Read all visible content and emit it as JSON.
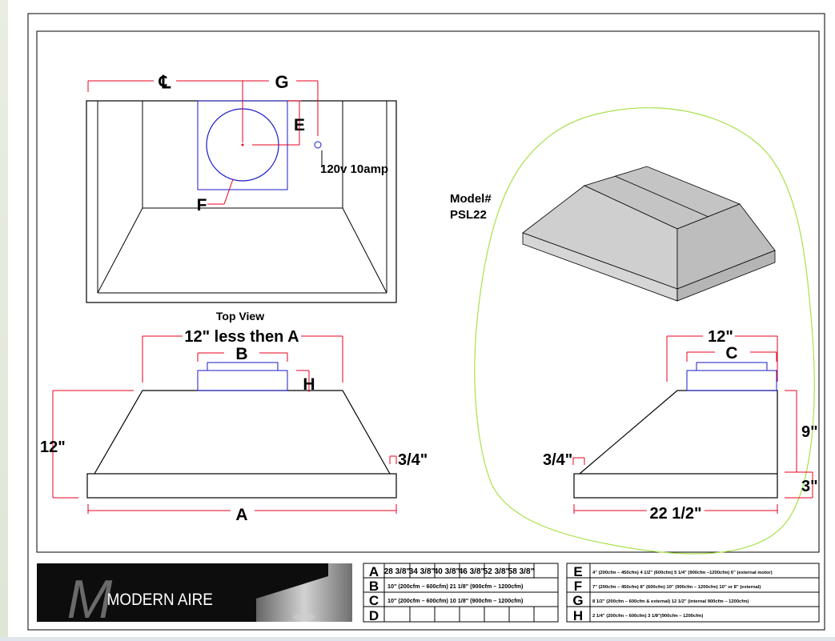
{
  "labels": {
    "cl": "℄",
    "g": "G",
    "e": "E",
    "f": "F",
    "power": "120v 10amp",
    "model_line1": "Model#",
    "model_line2": "PSL22",
    "top_view": "Top View",
    "less_a": "12\" less then A",
    "b": "B",
    "h": "H",
    "front_height": "12\"",
    "front_lip": "3/4\"",
    "a": "A",
    "side_top": "12\"",
    "c": "C",
    "side_nine": "9\"",
    "side_lip": "3/4\"",
    "side_three": "3\"",
    "side_width": "22 1/2\""
  },
  "brand": {
    "name": "MODERN AIRE",
    "monogram": "M"
  },
  "table_left": {
    "rows": [
      {
        "key": "A",
        "cells": [
          "28 3/8\"",
          "34 3/8\"",
          "40 3/8\"",
          "46 3/8\"",
          "52 3/8\"",
          "58 3/8\""
        ]
      },
      {
        "key": "B",
        "text": "10\" (200cfm – 600cfm) 21 1/8\" (900cfm – 1200cfm)"
      },
      {
        "key": "C",
        "text": "10\" (200cfm – 600cfm) 10 1/8\" (900cfm – 1200cfm)"
      },
      {
        "key": "D",
        "cells": [
          "",
          "",
          "",
          "",
          "",
          ""
        ]
      }
    ]
  },
  "table_right": {
    "rows": [
      {
        "key": "E",
        "text": "4\" (200cfm – 450cfm) 4 1/2\" (600cfm) 5 1/4\" (900cfm –1200cfm) 6\" (external motor)"
      },
      {
        "key": "F",
        "text": "7\" (200cfm – 450cfm) 8\" (600cfm) 10\" (900cfm – 1200cfm) 10\" or 8\" (external)"
      },
      {
        "key": "G",
        "text": "8 1/2\" (200cfm – 600cfm & external) 12 1/2\" (internal 900cfm – 1200cfm)"
      },
      {
        "key": "H",
        "text": "2 1/4\" (200cfm – 600cfm) 3 1/8\"(900cfm – 1200cfm)"
      }
    ]
  },
  "colors": {
    "dim": "#e8001c",
    "duct": "#1a1acc",
    "outline": "#000000",
    "hood_fill": "#c9c9c9",
    "highlight": "#a8e04a"
  }
}
